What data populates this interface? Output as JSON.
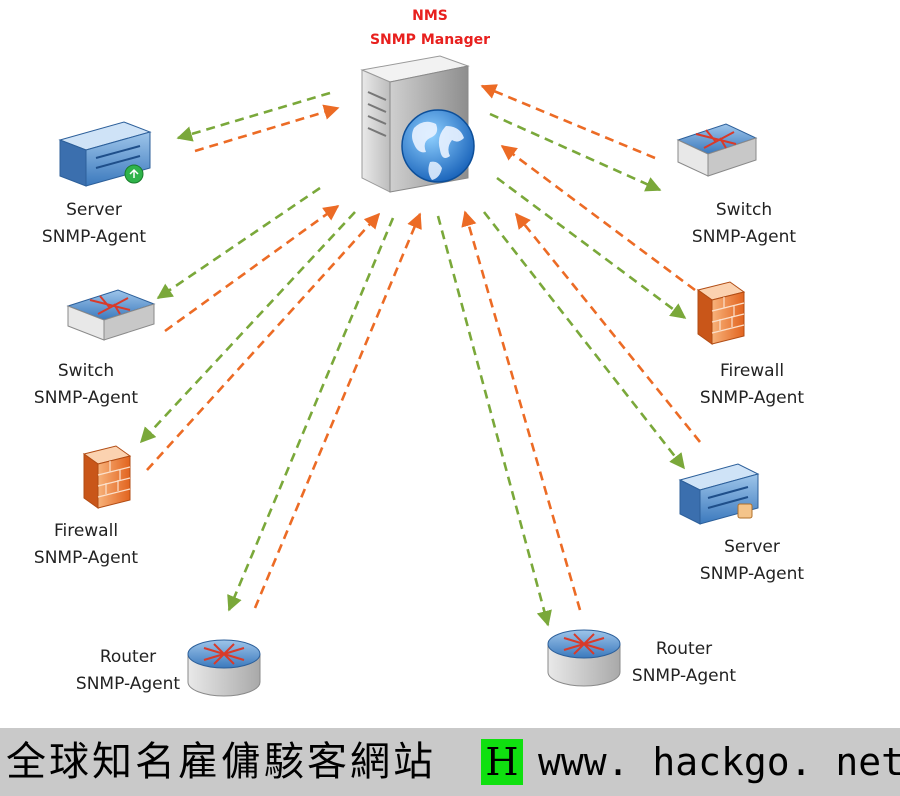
{
  "manager": {
    "line1": "NMS",
    "line2": "SNMP Manager"
  },
  "agents": {
    "server_left": {
      "line1": "Server",
      "line2": "SNMP-Agent"
    },
    "switch_left": {
      "line1": "Switch",
      "line2": "SNMP-Agent"
    },
    "firewall_left": {
      "line1": "Firewall",
      "line2": "SNMP-Agent"
    },
    "router_left": {
      "line1": "Router",
      "line2": "SNMP-Agent"
    },
    "switch_right": {
      "line1": "Switch",
      "line2": "SNMP-Agent"
    },
    "firewall_right": {
      "line1": "Firewall",
      "line2": "SNMP-Agent"
    },
    "server_right": {
      "line1": "Server",
      "line2": "SNMP-Agent"
    },
    "router_right": {
      "line1": "Router",
      "line2": "SNMP-Agent"
    }
  },
  "colors": {
    "request_arrow": "#7aa83a",
    "response_arrow": "#ec6b25",
    "manager_label": "#e8201e"
  },
  "banner": {
    "site_name": "全球知名雇傭駭客網站",
    "logo_letter": "H",
    "url": "www. hackgo. net"
  }
}
